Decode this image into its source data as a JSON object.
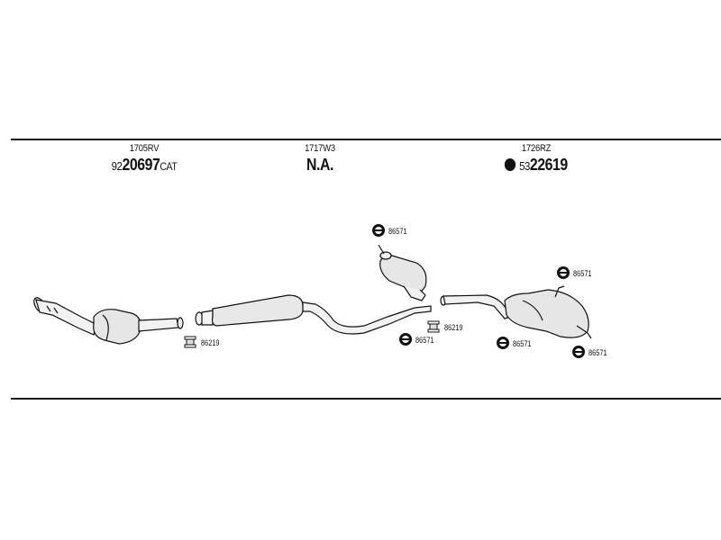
{
  "sections": [
    {
      "ref": "1705RV",
      "prefix": "92",
      "main": "20697",
      "suffix": "CAT"
    },
    {
      "ref": "1717W3",
      "na": "N.A."
    },
    {
      "ref": "1726RZ",
      "prefix": "53",
      "main": "22619"
    }
  ],
  "parts": {
    "clamp_label": "86571",
    "mount_label": "86219"
  },
  "icons": {
    "clamp": "ring-clamp-icon",
    "mount": "rubber-mount-icon",
    "ordered": "filled-dot-icon"
  }
}
